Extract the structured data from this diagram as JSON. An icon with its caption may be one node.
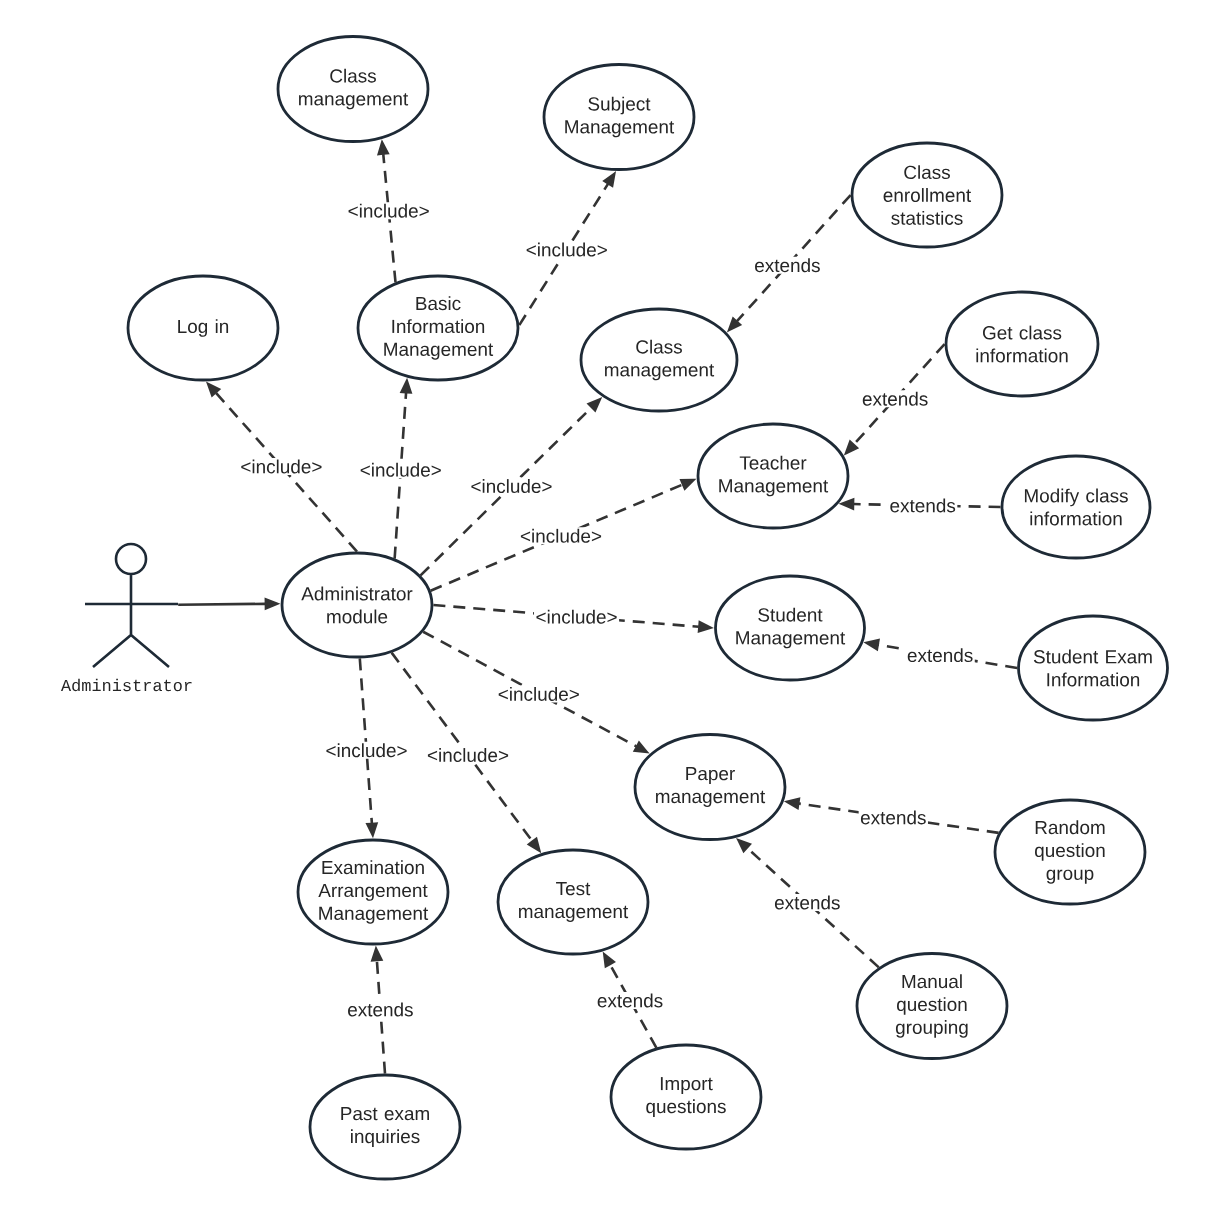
{
  "diagram": {
    "nodes": [
      {
        "text": [
          "Class management"
        ]
      },
      {
        "text": [
          "Subject Management"
        ]
      },
      {
        "text": [
          "Class enrollment statistics"
        ]
      },
      {
        "text": [
          "Log in"
        ]
      },
      {
        "text": [
          "Basic Information Management"
        ]
      },
      {
        "text": [
          "Class management"
        ]
      },
      {
        "text": [
          "Get class information"
        ]
      },
      {
        "text": [
          "Teacher Management"
        ]
      },
      {
        "text": [
          "Modify class information"
        ]
      },
      {
        "text": [
          "Administrator"
        ]
      },
      {
        "text": [
          "Administrator module"
        ]
      },
      {
        "text": [
          "Student Management"
        ]
      },
      {
        "text": [
          "Student Exam Information"
        ]
      },
      {
        "text": [
          "Paper management"
        ]
      },
      {
        "text": [
          "Random question group"
        ]
      },
      {
        "text": [
          "Examination Arrangement Management"
        ]
      },
      {
        "text": [
          "Test management"
        ]
      },
      {
        "text": [
          "Manual question grouping"
        ]
      },
      {
        "text": [
          "Import questions"
        ]
      },
      {
        "text": [
          "Past exam inquiries"
        ]
      }
    ],
    "edges": [
      {
        "from": 9,
        "to": 10,
        "arrow": "to"
      },
      {
        "from": 10,
        "to": 3,
        "arrow": "to",
        "label": "<include>",
        "style": "dashed"
      },
      {
        "from": 10,
        "to": 4,
        "arrow": "to",
        "label": "<include>",
        "style": "dashed"
      },
      {
        "from": 10,
        "to": 5,
        "arrow": "to",
        "label": "<include>",
        "style": "dashed"
      },
      {
        "from": 10,
        "to": 7,
        "arrow": "to",
        "label": "<include>",
        "style": "dashed"
      },
      {
        "from": 10,
        "to": 11,
        "arrow": "to",
        "label": "<include>",
        "style": "dashed"
      },
      {
        "from": 10,
        "to": 13,
        "arrow": "to",
        "label": "<include>",
        "style": "dashed"
      },
      {
        "from": 10,
        "to": 15,
        "arrow": "to",
        "label": "<include>",
        "style": "dashed"
      },
      {
        "from": 10,
        "to": 16,
        "arrow": "to",
        "label": "<include>",
        "style": "dashed"
      },
      {
        "from": 4,
        "to": 0,
        "arrow": "to",
        "label": "<include>",
        "style": "dashed"
      },
      {
        "from": 4,
        "to": 1,
        "arrow": "to",
        "label": "<include>",
        "style": "dashed"
      },
      {
        "from": 2,
        "to": 5,
        "arrow": "to",
        "label": "extends",
        "style": "dashed"
      },
      {
        "from": 6,
        "to": 7,
        "arrow": "to",
        "label": "extends",
        "style": "dashed"
      },
      {
        "from": 8,
        "to": 7,
        "arrow": "to",
        "label": "extends",
        "style": "dashed"
      },
      {
        "from": 12,
        "to": 11,
        "arrow": "to",
        "label": "extends",
        "style": "dashed"
      },
      {
        "from": 14,
        "to": 13,
        "arrow": "to",
        "label": "extends",
        "style": "dashed"
      },
      {
        "from": 17,
        "to": 13,
        "arrow": "to",
        "label": "extends",
        "style": "dashed"
      },
      {
        "from": 19,
        "to": 15,
        "arrow": "to",
        "label": "extends",
        "style": "dashed"
      },
      {
        "from": 18,
        "to": 16,
        "arrow": "to",
        "label": "extends",
        "style": "dashed"
      }
    ]
  }
}
